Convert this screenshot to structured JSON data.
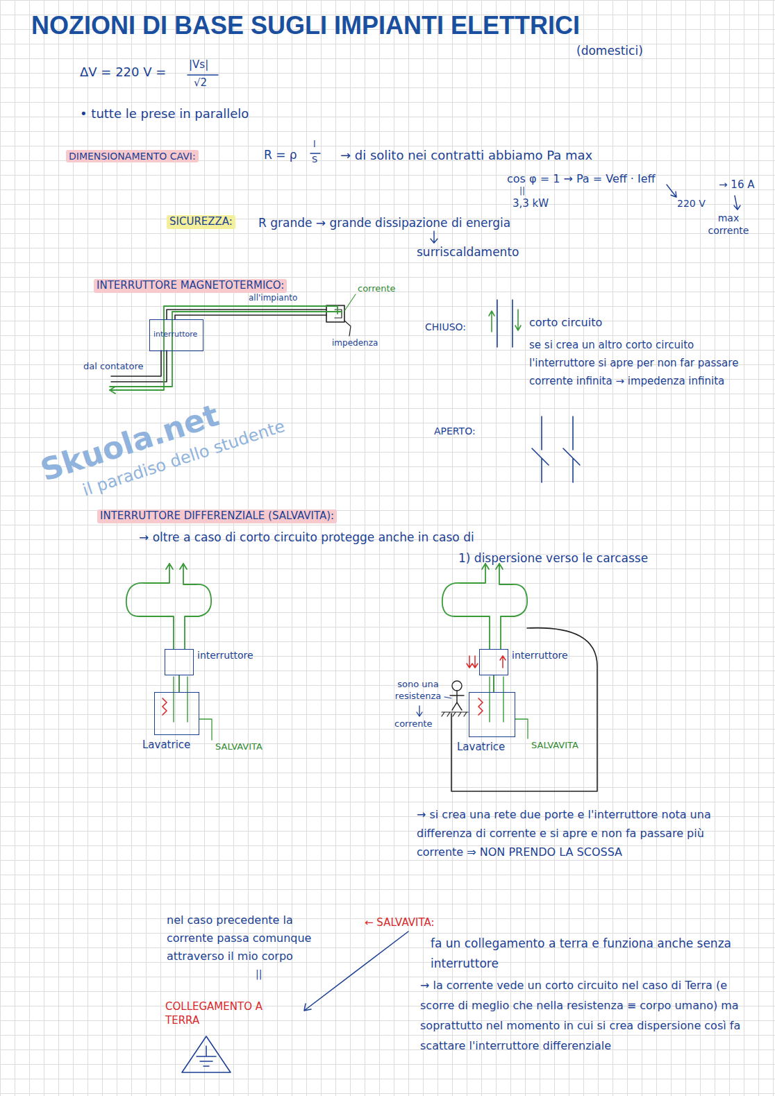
{
  "diagram": {
    "title": "NOZIONI DI BASE SUGLI IMPIANTI ELETTRICI",
    "nodes": [
      {
        "text": [
          "interruttore"
        ]
      },
      {
        "text": [
          "interruttore"
        ]
      },
      {
        "text": [
          "Lavatrice"
        ]
      },
      {
        "text": [
          "interruttore"
        ]
      },
      {
        "text": [
          "Lavatrice"
        ]
      }
    ],
    "edges": [
      {
        "from": 1,
        "to": 2,
        "arrow": "none"
      },
      {
        "from": 3,
        "to": 4,
        "arrow": "none"
      }
    ],
    "labels": [
      "Skuola.net",
      "il paradiso dello studente",
      "(domestici)",
      "ΔV = 220 V =",
      "|Vs|",
      "√2",
      "• tutte le prese in parallelo",
      "DIMENSIONAMENTO CAVI:",
      "R = ρ",
      "l",
      "S",
      "→ di solito nei contratti abbiamo Pa max",
      "cos φ = 1 → Pa = Veff · Ieff",
      "→ 16 A",
      "||",
      "3,3 kW",
      "220 V",
      "max corrente",
      "SICUREZZA:",
      "R grande → grande dissipazione di energia",
      "surriscaldamento",
      "INTERRUTTORE MAGNETOTERMICO:",
      "all'impianto",
      "corrente",
      "impedenza",
      "dal contatore",
      "CHIUSO:",
      "corto circuito",
      "se si crea un altro corto circuito l'interruttore si apre per non far passare corrente infinita → impedenza infinita",
      "APERTO:",
      "INTERRUTTORE DIFFERENZIALE (SALVAVITA):",
      "→ oltre a caso di corto circuito protegge anche in caso di",
      "1) dispersione verso le carcasse",
      "SALVAVITA",
      "sono una resistenza",
      "corrente",
      "SALVAVITA",
      "→ si crea una rete due porte e l'interruttore nota una differenza di corrente e si apre e non fa passare più corrente ⇒ NON PRENDO LA SCOSSA",
      "nel caso precedente la corrente passa comunque attraverso il mio corpo",
      "||",
      "COLLEGAMENTO A TERRA",
      "← SALVAVITA:",
      "fa un collegamento a terra e funziona anche senza interruttore",
      "→ la corrente vede un corto circuito nel caso di Terra (e scorre di meglio che nella resistenza ≡ corpo umano) ma soprattutto nel momento in cui si crea dispersione così fa scattare l'interruttore differenziale"
    ]
  }
}
